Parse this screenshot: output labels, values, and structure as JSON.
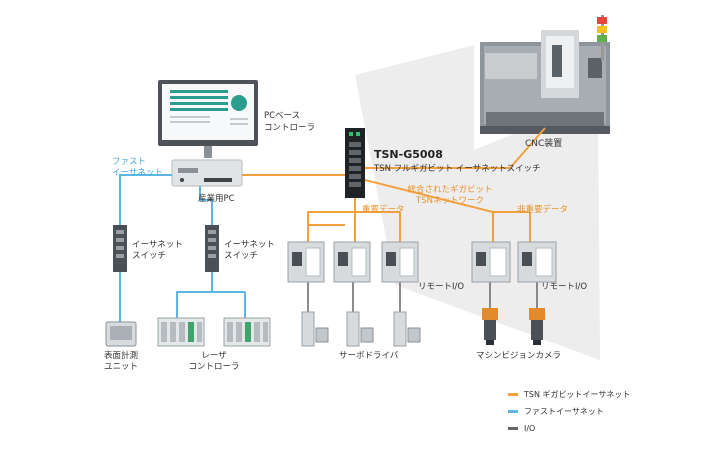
{
  "colors": {
    "tsn": "#f2a03d",
    "fast": "#5bb6e4",
    "io": "#666666",
    "spotlight": "#ececec"
  },
  "labels": {
    "cnc": "CNC装置",
    "pc_controller": [
      "PCベース",
      "コントローラ"
    ],
    "fast_ethernet": [
      "ファスト",
      "イーサネット"
    ],
    "industrial_pc": "産業用PC",
    "tsn_model": "TSN-G5008",
    "tsn_desc": "TSN フルギガビット イーサネットスイッチ",
    "integrated_network": [
      "統合されたギガビット",
      "TSNネットワーク"
    ],
    "critical_data": "重要データ",
    "non_critical_data": "非重要データ",
    "ethernet_switch_left": [
      "イーサネット",
      "スイッチ"
    ],
    "ethernet_switch_mid": [
      "イーサネット",
      "スイッチ"
    ],
    "remote_io_center": "リモートI/O",
    "remote_io_right": "リモートI/O",
    "servo_driver": "サーボドライバ",
    "machine_vision": "マシンビジョンカメラ",
    "display_unit": [
      "表面計測",
      "ユニット"
    ],
    "laser_controller": [
      "レーザ",
      "コントローラ"
    ]
  },
  "legend": [
    {
      "label": "TSN ギガビットイーサネット",
      "color": "#f2a03d"
    },
    {
      "label": "ファストイーサネット",
      "color": "#5bb6e4"
    },
    {
      "label": "I/O",
      "color": "#666666"
    }
  ]
}
